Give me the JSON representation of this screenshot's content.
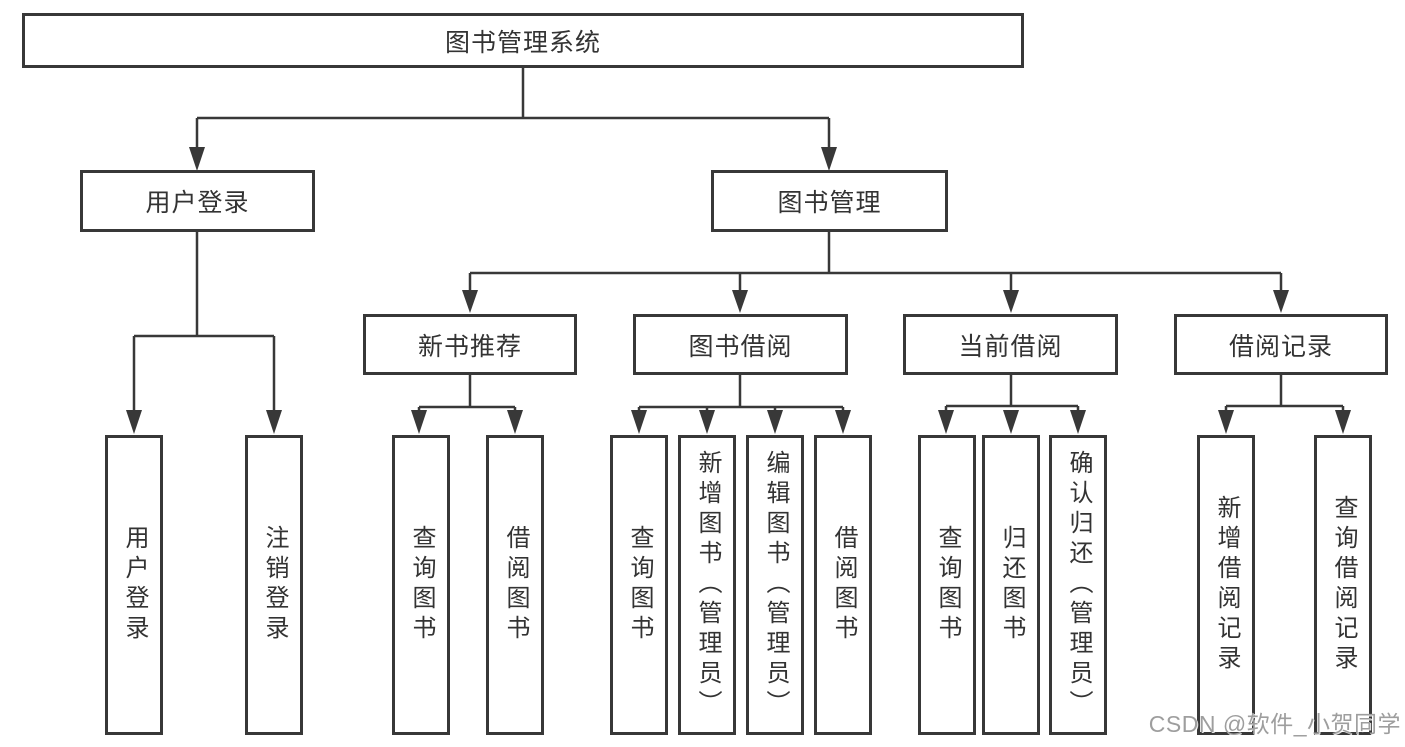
{
  "tree": {
    "root": {
      "label": "图书管理系统"
    },
    "branches": [
      {
        "label": "用户登录",
        "children": [
          {
            "label": "用户登录"
          },
          {
            "label": "注销登录"
          }
        ]
      },
      {
        "label": "图书管理",
        "children": [
          {
            "label": "新书推荐",
            "children": [
              {
                "label": "查询图书"
              },
              {
                "label": "借阅图书"
              }
            ]
          },
          {
            "label": "图书借阅",
            "children": [
              {
                "label": "查询图书"
              },
              {
                "label": "新增图书（管理员）"
              },
              {
                "label": "编辑图书（管理员）"
              },
              {
                "label": "借阅图书"
              }
            ]
          },
          {
            "label": "当前借阅",
            "children": [
              {
                "label": "查询图书"
              },
              {
                "label": "归还图书"
              },
              {
                "label": "确认归还（管理员）"
              }
            ]
          },
          {
            "label": "借阅记录",
            "children": [
              {
                "label": "新增借阅记录"
              },
              {
                "label": "查询借阅记录"
              }
            ]
          }
        ]
      }
    ]
  },
  "watermark": "CSDN @软件_小贺同学",
  "colors": {
    "line": "#383838",
    "box_border": "#383838",
    "box_bg": "#ffffff",
    "text": "#333333",
    "watermark": "#9e9e9e",
    "background": "#ffffff"
  }
}
